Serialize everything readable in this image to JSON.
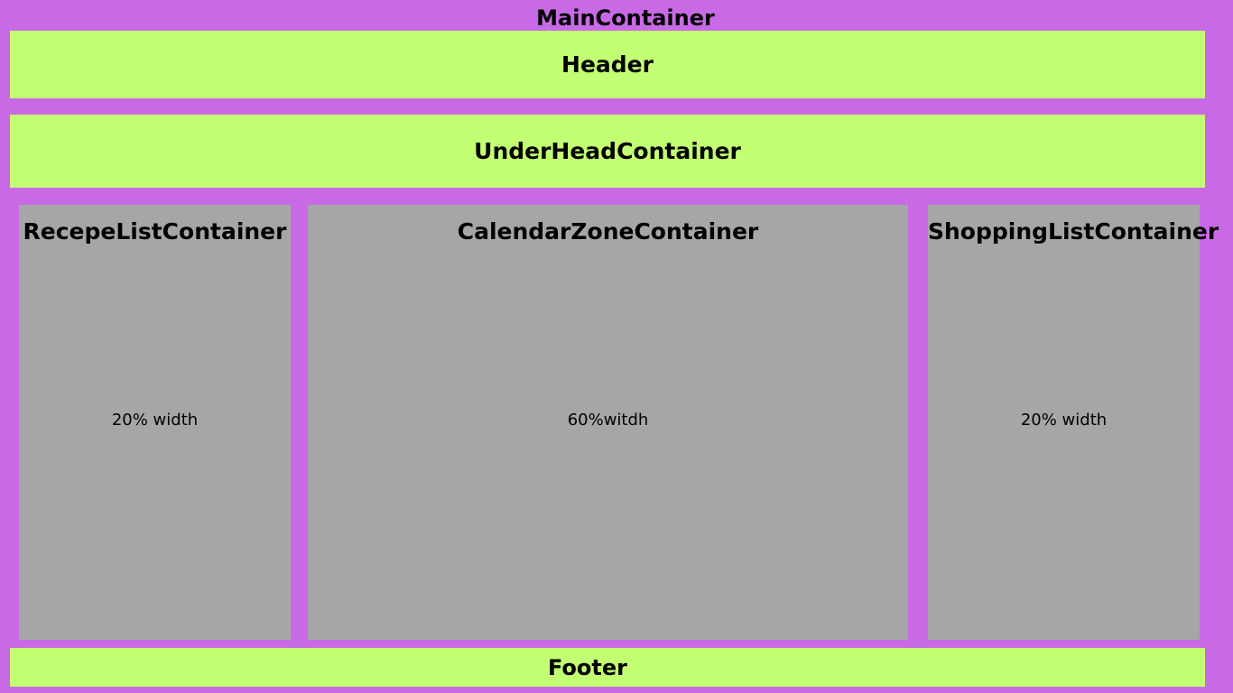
{
  "main_container": {
    "title": "MainContainer"
  },
  "header": {
    "label": "Header"
  },
  "under_head": {
    "label": "UnderHeadContainer"
  },
  "recipe_list": {
    "title": "RecepeListContainer",
    "note": "20% width"
  },
  "calendar_zone": {
    "title": "CalendarZoneContainer",
    "note": "60%witdh"
  },
  "shopping_list": {
    "title": "ShoppingListContainer",
    "note": "20% width"
  },
  "footer": {
    "label": "Footer"
  },
  "colors": {
    "background": "#c86ae6",
    "bars": "#c3ff72",
    "columns": "#a6a6a6"
  }
}
